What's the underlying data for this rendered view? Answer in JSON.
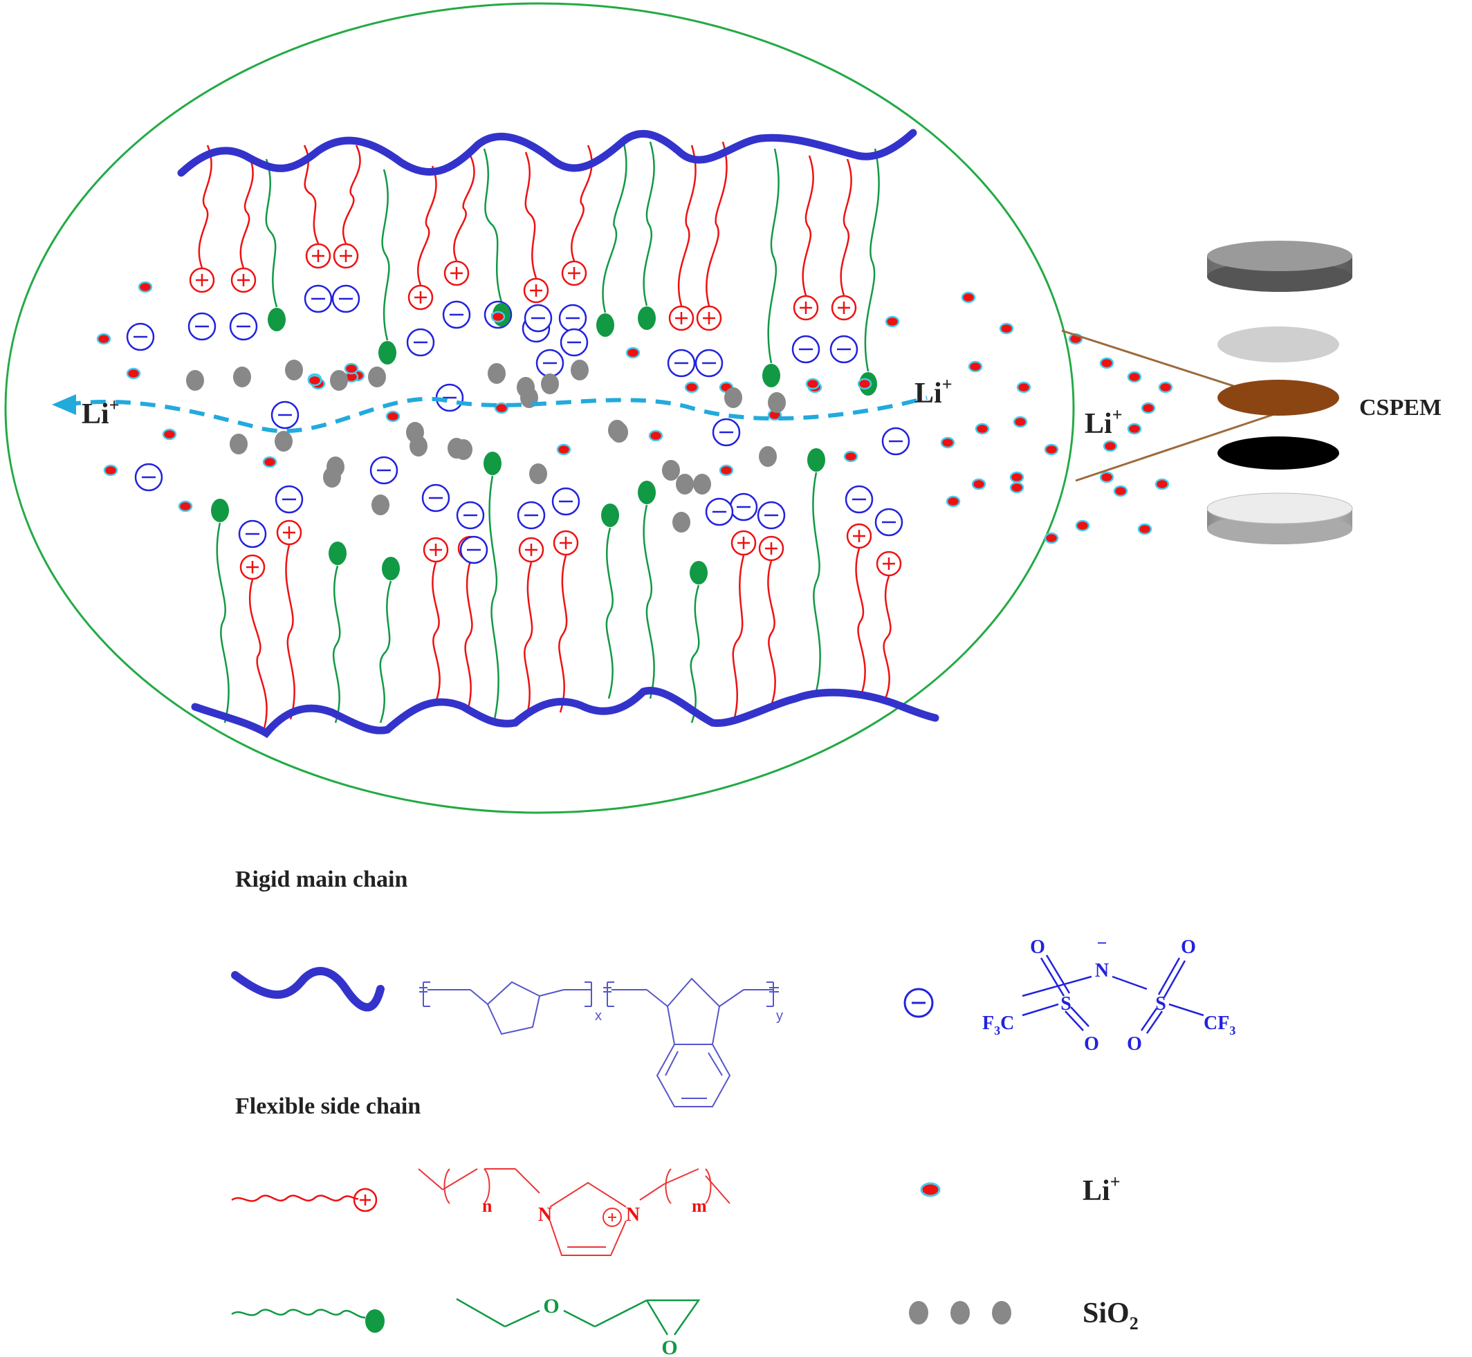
{
  "colors": {
    "main_chain": "#3333cc",
    "cation_chain": "#ee1111",
    "epoxy_chain": "#119944",
    "li_ion": "#ee1111",
    "li_halo": "#44ccee",
    "anion": "#2222dd",
    "silica": "#888888",
    "transport_path": "#22aadd",
    "ellipse_border": "#22aa44",
    "cspem_layer": "#8b4513"
  },
  "labels": {
    "li_left": "Li",
    "li_mid": "Li",
    "li_right": "Li",
    "li_sup": "+",
    "cspem": "CSPEM"
  },
  "legend": {
    "rigid_title": "Rigid main chain",
    "flexible_title": "Flexible side chain",
    "repeat_x": "x",
    "repeat_y": "y",
    "imidazolium": {
      "n_label": "n",
      "m_label": "m",
      "nitrogen": "N",
      "plus": "+"
    },
    "epoxy": {
      "oxygen": "O"
    },
    "tfsi": {
      "minus": "−",
      "N": "N",
      "S": "S",
      "O": "O",
      "F3C_main": "F",
      "F3C_sub": "3",
      "F3C_tail": "C",
      "CF3_main": "CF",
      "CF3_sub": "3"
    },
    "li_label": "Li",
    "li_sup": "+",
    "sio2_main": "SiO",
    "sio2_sub": "2"
  }
}
